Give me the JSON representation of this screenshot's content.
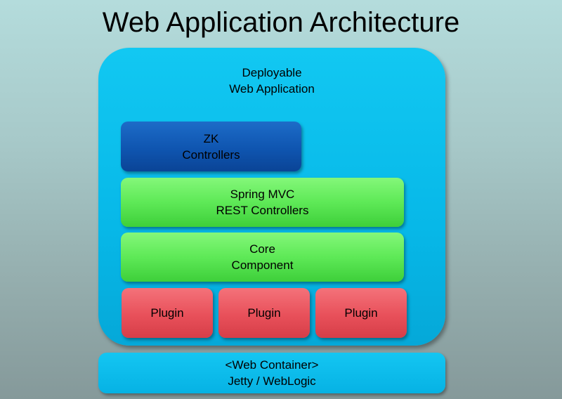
{
  "title": "Web Application Architecture",
  "webapp": {
    "line1": "Deployable",
    "line2": "Web Application"
  },
  "zk": {
    "line1": "ZK",
    "line2": "Controllers"
  },
  "spring": {
    "line1": "Spring MVC",
    "line2": "REST Controllers"
  },
  "core": {
    "line1": "Core",
    "line2": "Component"
  },
  "plugins": [
    "Plugin",
    "Plugin",
    "Plugin"
  ],
  "container": {
    "line1": "<Web Container>",
    "line2": "Jetty / WebLogic"
  },
  "colors": {
    "webapp": "#07b8e8",
    "zk": "#0f55b0",
    "green": "#5ee957",
    "plugin": "#e8505a",
    "container": "#06b2e4"
  }
}
